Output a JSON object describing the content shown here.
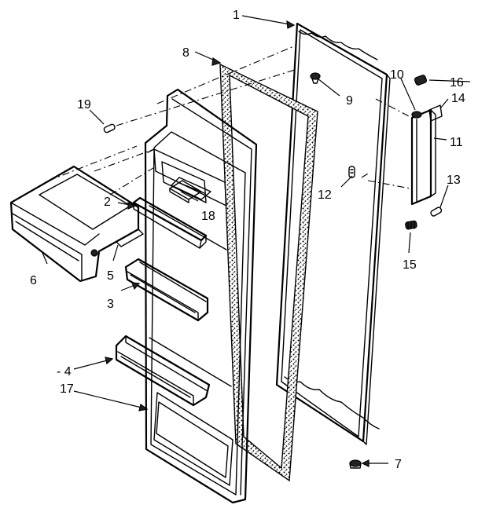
{
  "callouts": {
    "c1": "1",
    "c2": "2",
    "c3": "3",
    "c4": "- 4",
    "c5": "5",
    "c6": "6",
    "c7": "7",
    "c8": "8",
    "c9": "9",
    "c10": "10",
    "c11": "11",
    "c12": "12",
    "c13": "13",
    "c14": "14",
    "c15": "15",
    "c16": "16",
    "c17": "17",
    "c18": "18",
    "c19": "19"
  }
}
